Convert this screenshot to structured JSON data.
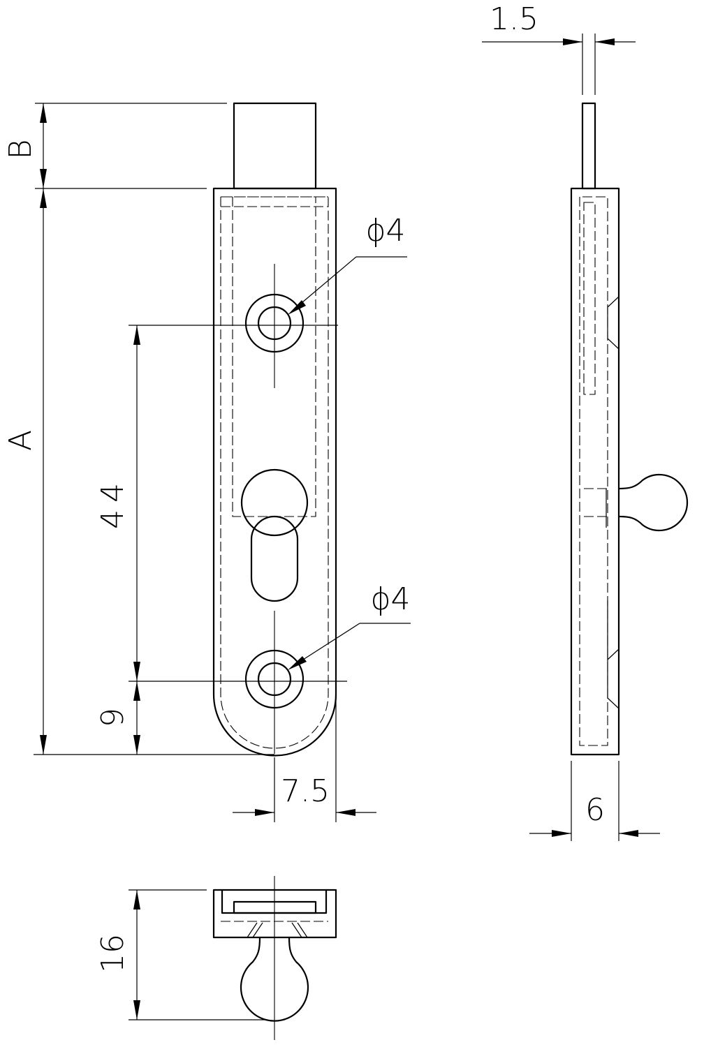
{
  "dimensions": {
    "thickness": "1.5",
    "extension": "B",
    "overall_length": "A",
    "hole_spacing": "44",
    "hole_diameter_top": "ϕ4",
    "hole_diameter_bottom": "ϕ4",
    "end_distance": "9",
    "half_width": "7.5",
    "body_depth": "6",
    "knob_height": "16"
  }
}
